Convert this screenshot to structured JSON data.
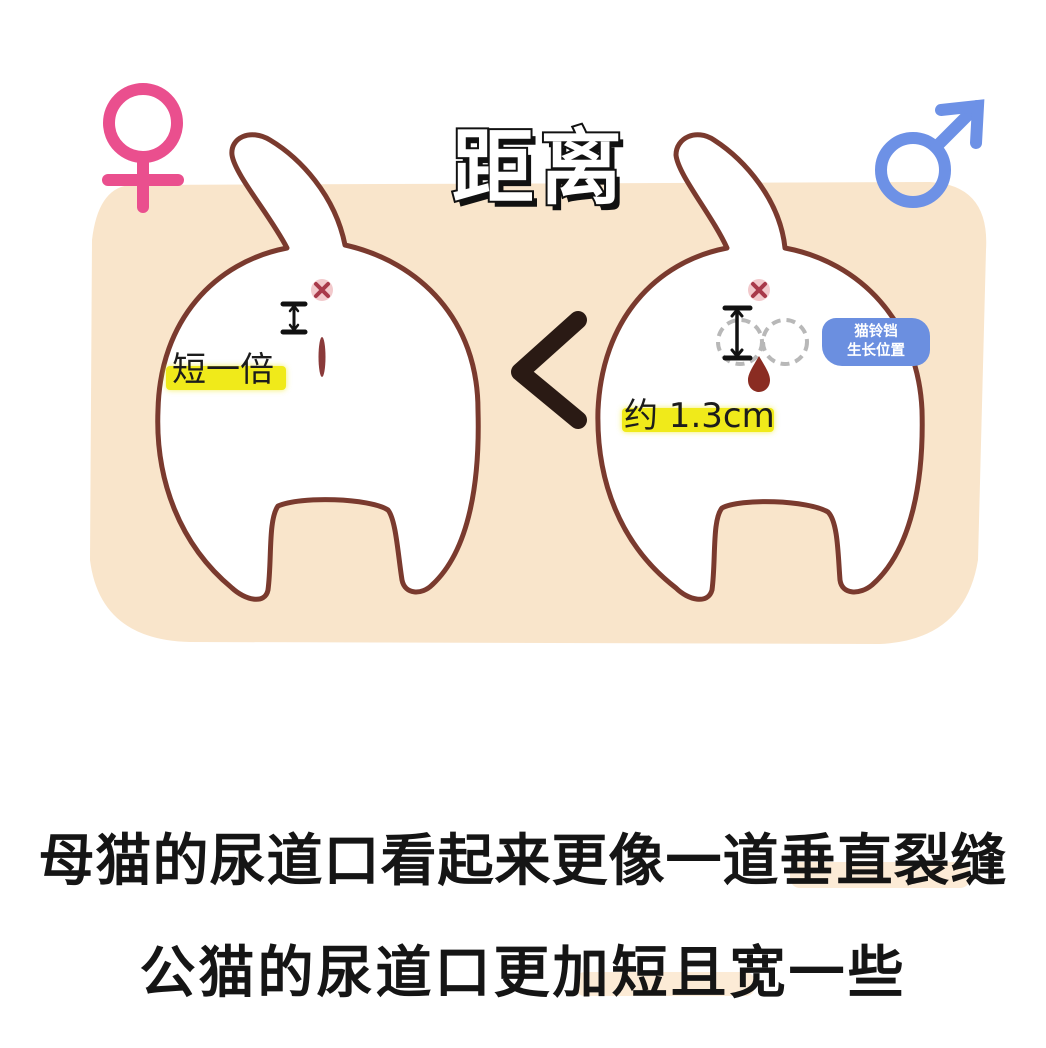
{
  "title": "距离",
  "symbols": {
    "female": {
      "icon": "female-symbol-icon",
      "color": "#ea4f8e"
    },
    "male": {
      "icon": "male-symbol-icon",
      "color": "#6d91e6"
    }
  },
  "comparison": {
    "operator": "<",
    "icon": "less-than-icon",
    "color": "#2a1a14"
  },
  "female_cat": {
    "label": "短一倍",
    "anus_marker": "x-mark-icon",
    "distance_marker": "measure-arrow-icon",
    "urethra": "vertical-slit"
  },
  "male_cat": {
    "label": "约 1.3cm",
    "anus_marker": "x-mark-icon",
    "distance_marker": "measure-arrow-icon",
    "urethra": "droplet-opening",
    "callout": {
      "line1": "猫铃铛",
      "line2": "生长位置"
    }
  },
  "captions": [
    "母猫的尿道口看起来更像一道垂直裂缝",
    "公猫的尿道口更加短且宽一些"
  ],
  "colors": {
    "panel_bg": "#f9e5cb",
    "outline": "#7a3a2e",
    "highlight": "#f0ea1a",
    "x_mark": "#a8394a",
    "x_mark_bg": "#f2c9cc",
    "droplet": "#8a2c22",
    "callout_bg": "#6b8fe0",
    "caption_text": "#151515"
  }
}
